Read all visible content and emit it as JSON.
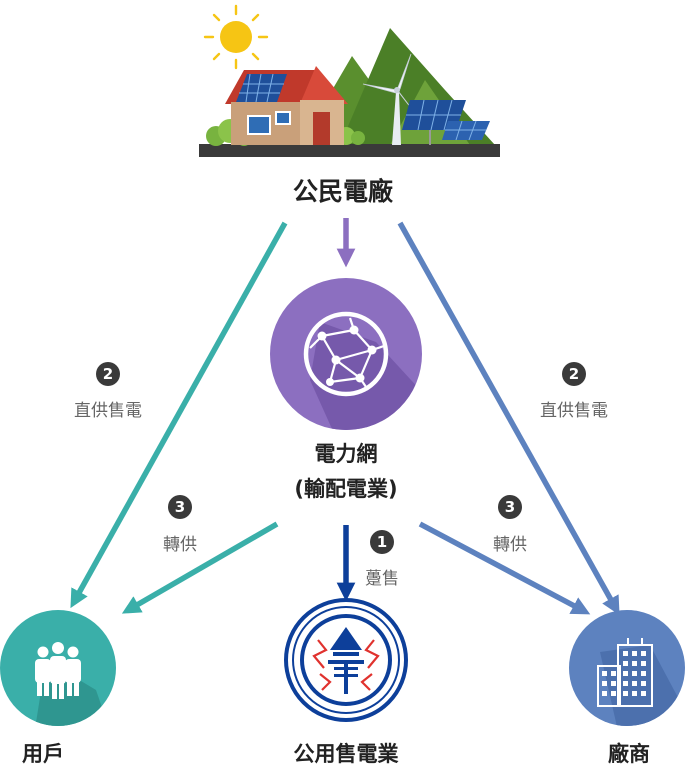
{
  "nodes": {
    "plant": {
      "label": "公民電廠"
    },
    "grid": {
      "label_line1": "電力網",
      "label_line2": "(輸配電業)"
    },
    "user": {
      "label": "用戶"
    },
    "utility": {
      "label": "公用售電業"
    },
    "vendor": {
      "label": "廠商"
    }
  },
  "edges": {
    "direct_left": {
      "number": "2",
      "label": "直供售電"
    },
    "direct_right": {
      "number": "2",
      "label": "直供售電"
    },
    "wheel_left": {
      "number": "3",
      "label": "轉供"
    },
    "wheel_right": {
      "number": "3",
      "label": "轉供"
    },
    "sale": {
      "number": "1",
      "label": "躉售"
    }
  },
  "colors": {
    "teal": "#3aafa9",
    "blue": "#5d82bf",
    "purple": "#8c6fc0",
    "navy": "#0d3f9a",
    "utility_red": "#e0322e"
  },
  "icons": {
    "plant": "house-solar-windmill-illustration",
    "grid": "network-globe-icon",
    "user": "people-group-icon",
    "utility": "taipower-logo-icon",
    "vendor": "office-buildings-icon"
  }
}
